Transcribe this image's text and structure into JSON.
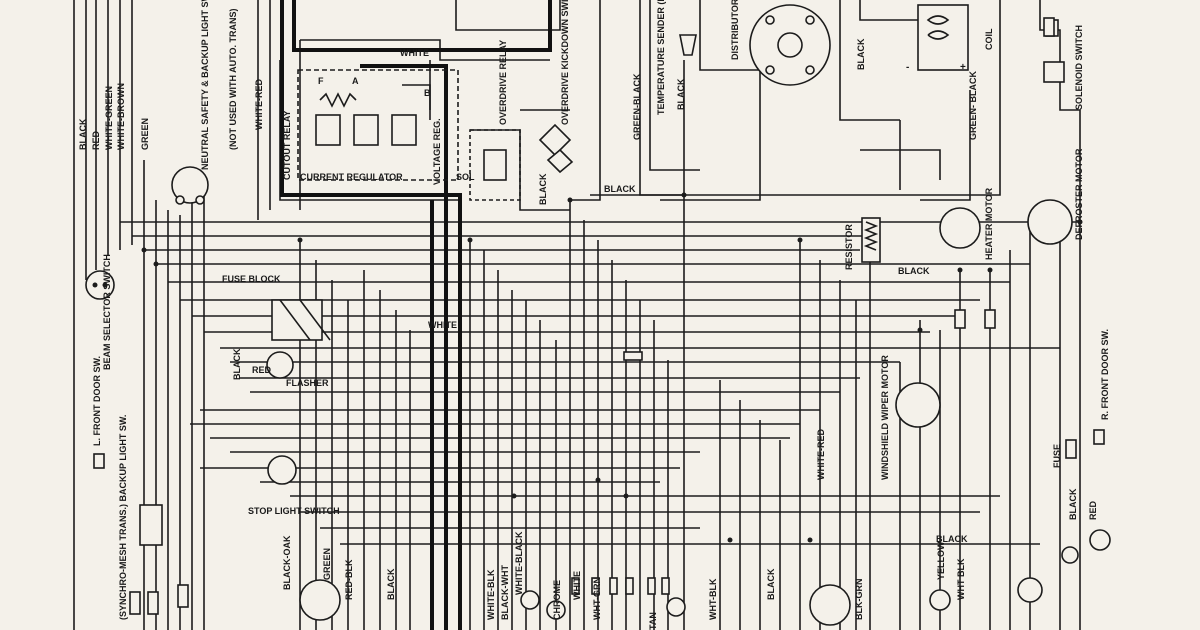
{
  "components": {
    "cutout_relay": "CUTOUT RELAY",
    "current_regulator": "CURRENT REGULATOR",
    "voltage_reg": "VOLTAGE REG.",
    "overdrive_relay": "OVERDRIVE RELAY",
    "overdrive_kickdown": "OVERDRIVE KICKDOWN SWITCH",
    "neutral_safety": "NEUTRAL SAFETY & BACKUP LIGHT SWITCH (AUTO TRANS)",
    "not_used_auto": "(NOT USED WITH AUTO. TRANS)",
    "temp_sender": "TEMPERATURE SENDER (ENGINE UNIT)",
    "distributor": "DISTRIBUTOR",
    "coil": "COIL",
    "solenoid_switch": "SOLENOID SWITCH",
    "resistor": "RESISTOR",
    "heater_motor": "HEATER MOTOR",
    "defroster_motor": "DEFROSTER MOTOR",
    "fuse_block": "FUSE BLOCK",
    "flasher": "FLASHER",
    "beam_selector": "BEAM SELECTOR SWITCH",
    "l_front_door": "L. FRONT DOOR SW.",
    "r_front_door": "R. FRONT DOOR SW.",
    "windshield_wiper": "WINDSHIELD WIPER MOTOR",
    "backup_light_sw": "(SYNCHRO-MESH TRANS.) BACKUP LIGHT SW.",
    "stop_light_switch": "STOP LIGHT SWITCH",
    "fuse": "FUSE"
  },
  "terminals": {
    "f": "F",
    "a": "A",
    "b": "B",
    "sol": "SOL",
    "plus": "+",
    "minus": "-"
  },
  "wire_labels": {
    "white_top": "WHITE",
    "white_mid": "WHITE",
    "black_r": "BLACK",
    "red": "RED",
    "white_green": "WHITE-GREEN",
    "white_brown": "WHITE-BROWN",
    "green": "GREEN",
    "white_red": "WHITE-RED",
    "green_black": "GREEN-BLACK",
    "green_black2": "GREEN- BLACK",
    "black_sender": "BLACK",
    "black_dist": "BLACK",
    "black_relay": "BLACK",
    "black_mid": "BLACK",
    "black_res": "BLACK",
    "black_left": "BLACK",
    "red_left": "RED",
    "white_red_mid": "WHITE-RED",
    "black_oak": "BLACK-OAK",
    "green_b": "GREEN",
    "red_blk": "RED-BLK",
    "black_b1": "BLACK",
    "white_blk": "WHITE-BLK",
    "black_wht": "BLACK-WHT",
    "white_black": "WHITE-BLACK",
    "chrome": "CHROME",
    "white": "WHITE",
    "wht_grn": "WHT-GRN",
    "tan": "TAN",
    "wht_blk2": "WHT-BLK",
    "black_b2": "BLACK",
    "blk_grn": "BLK-GRN",
    "yellow": "YELLOW",
    "wht_blk3": "WHT BLK",
    "black_r2": "BLACK",
    "red_r": "RED",
    "black_r3": "BLACK"
  }
}
